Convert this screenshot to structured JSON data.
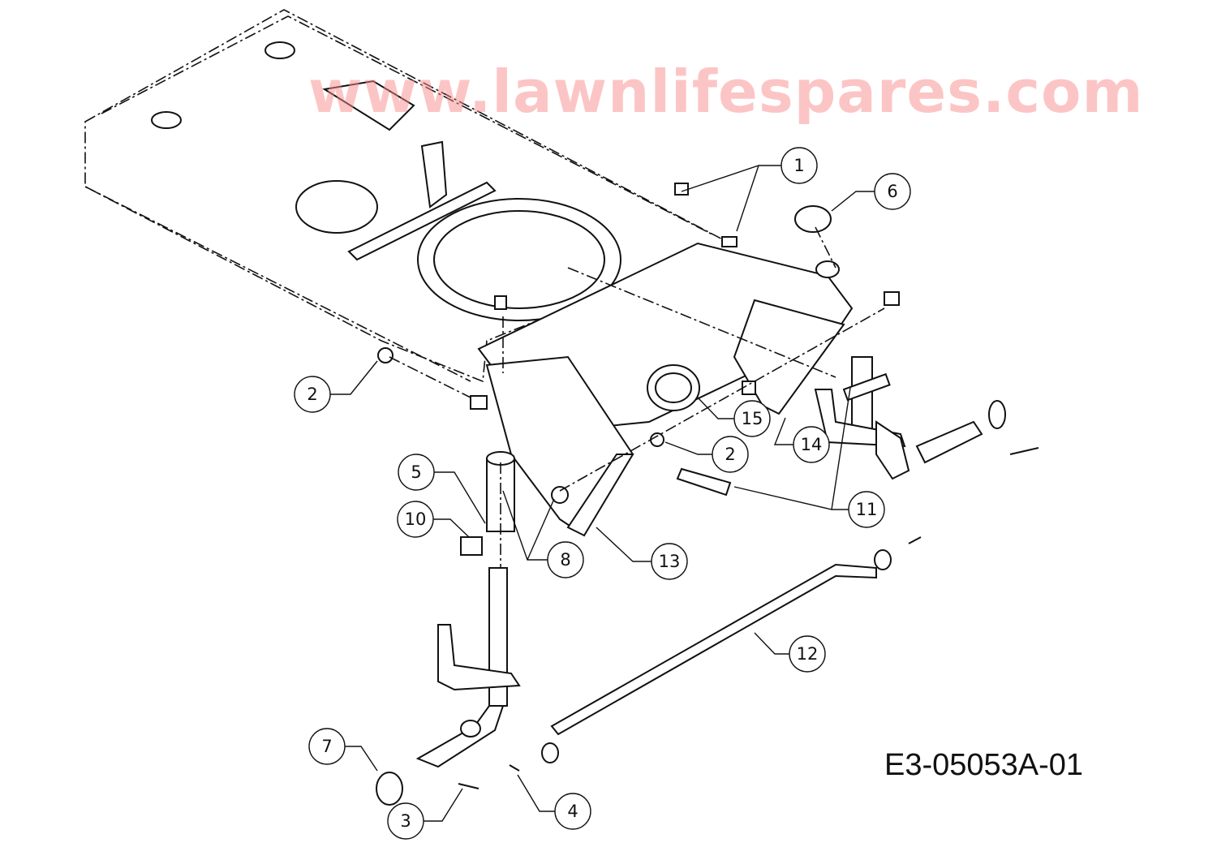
{
  "diagram_code": "E3-05053A-01",
  "watermark": "www.lawnlifespares.com",
  "callouts": [
    "1",
    "6",
    "2",
    "2",
    "15",
    "14",
    "11",
    "5",
    "10",
    "8",
    "13",
    "12",
    "7",
    "3",
    "4"
  ]
}
